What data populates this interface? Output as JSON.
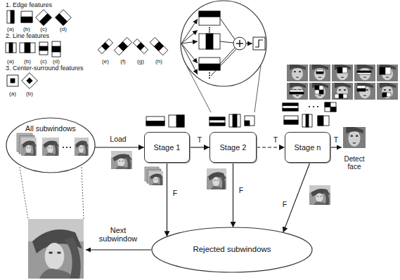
{
  "diagram": {
    "nodes": [
      {
        "text": [
          "All subwindows"
        ]
      },
      {
        "text": [
          "Stage 1"
        ]
      },
      {
        "text": [
          "Stage 2"
        ]
      },
      {
        "text": [
          "Stage n"
        ]
      },
      {
        "text": [
          "Rejected subwindows"
        ]
      }
    ],
    "edges": [
      {
        "from": 0,
        "to": 1,
        "arrow": "to",
        "label": "Load"
      },
      {
        "from": 1,
        "to": 2,
        "arrow": "to",
        "label": "T"
      },
      {
        "from": 2,
        "to": 3,
        "arrow": "to",
        "label": "T"
      },
      {
        "from": 1,
        "to": 4,
        "arrow": "to",
        "label": "F"
      },
      {
        "from": 2,
        "to": 4,
        "arrow": "to",
        "label": "F"
      },
      {
        "from": 3,
        "to": 4,
        "arrow": "to",
        "label": "F"
      }
    ],
    "labels": [
      "1. Edge features",
      "(a)",
      "(b)",
      "(c)",
      "(d)",
      "2. Line features",
      "(a)",
      "(b)",
      "(c)",
      "(d)",
      "(e)",
      "(f)",
      "(g)",
      "(h)",
      "3. Center-surround features",
      "(a)",
      "(b)",
      "T",
      "Detect face",
      "Next subwindow"
    ]
  }
}
